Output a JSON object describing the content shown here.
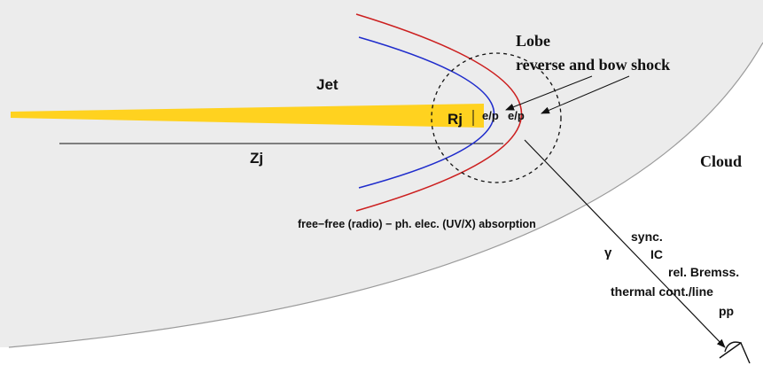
{
  "colors": {
    "cloud_fill": "#ececec",
    "cloud_edge": "#9a9a9a",
    "jet": "#ffd21f",
    "reverse_shock": "#1f2ccc",
    "bow_shock": "#cc1f1f",
    "lines": "#111111"
  },
  "labels": {
    "jet": "Jet",
    "rj": "Rj",
    "zj": "Zj",
    "ep_left": "e/p",
    "ep_right": "e/p",
    "lobe": "Lobe",
    "shocks": "reverse and bow shock",
    "cloud": "Cloud",
    "absorption": "free−free (radio) − ph. elec. (UV/X) absorption",
    "gamma": "γ",
    "sync": "sync.",
    "ic": "IC",
    "brems": "rel. Bremss.",
    "thermal": "thermal cont./line",
    "pp": "pp"
  },
  "icons": {
    "observer": "eye-icon"
  }
}
